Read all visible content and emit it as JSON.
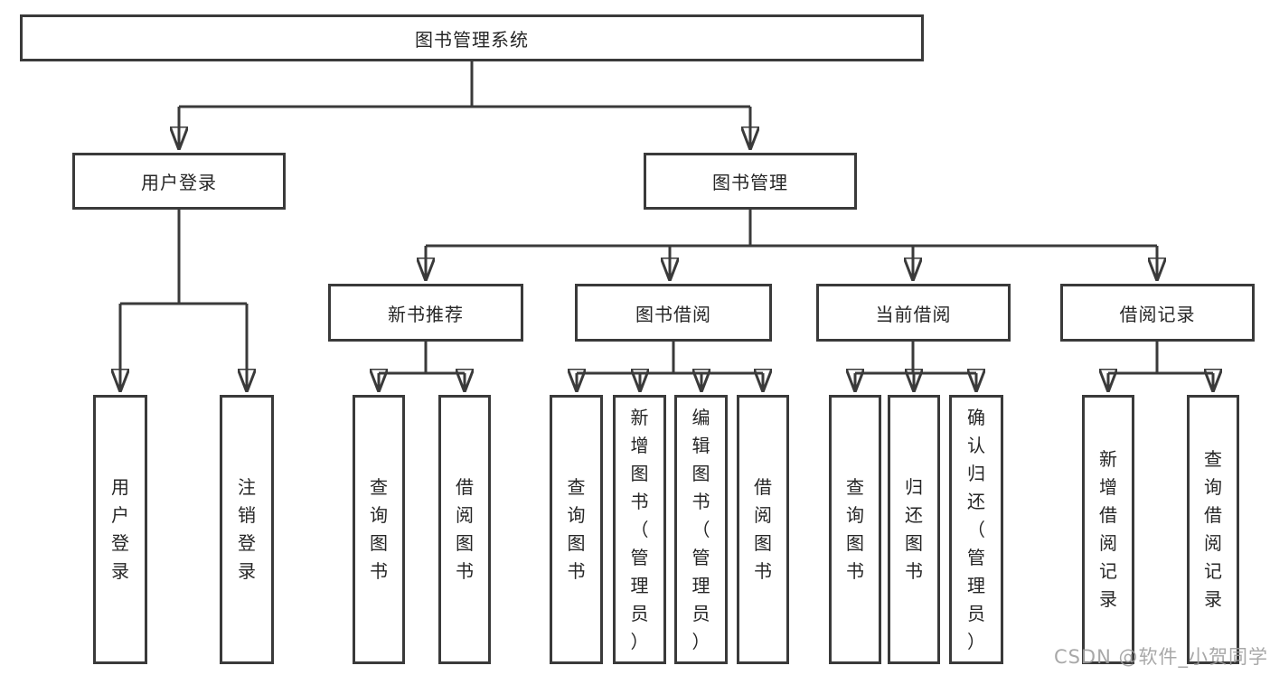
{
  "diagram": {
    "title": "图书管理系统",
    "nodes": {
      "root": "图书管理系统",
      "user_login_branch": "用户登录",
      "book_mgmt_branch": "图书管理",
      "new_books": "新书推荐",
      "book_borrow": "图书借阅",
      "current_borrow": "当前借阅",
      "borrow_records": "借阅记录",
      "leaf_user_login": "用户登录",
      "leaf_logout": "注销登录",
      "leaf_nb_query": "查询图书",
      "leaf_nb_borrow": "借阅图书",
      "leaf_bb_query": "查询图书",
      "leaf_bb_add": "新增图书（管理员）",
      "leaf_bb_edit": "编辑图书（管理员）",
      "leaf_bb_borrow": "借阅图书",
      "leaf_cb_query": "查询图书",
      "leaf_cb_return": "归还图书",
      "leaf_cb_confirm": "确认归还（管理员）",
      "leaf_br_add": "新增借阅记录",
      "leaf_br_query": "查询借阅记录"
    },
    "tree": {
      "root": "图书管理系统",
      "children": [
        {
          "label": "用户登录",
          "children": [
            "用户登录",
            "注销登录"
          ]
        },
        {
          "label": "图书管理",
          "children": [
            {
              "label": "新书推荐",
              "children": [
                "查询图书",
                "借阅图书"
              ]
            },
            {
              "label": "图书借阅",
              "children": [
                "查询图书",
                "新增图书（管理员）",
                "编辑图书（管理员）",
                "借阅图书"
              ]
            },
            {
              "label": "当前借阅",
              "children": [
                "查询图书",
                "归还图书",
                "确认归还（管理员）"
              ]
            },
            {
              "label": "借阅记录",
              "children": [
                "新增借阅记录",
                "查询借阅记录"
              ]
            }
          ]
        }
      ]
    }
  },
  "watermark": {
    "text": "CSDN @软件_小贺同学"
  },
  "colors": {
    "line": "#3a3a3a",
    "box_border": "#3a3a3a",
    "text": "#262626",
    "background": "#ffffff",
    "watermark": "#9e9e9e"
  }
}
